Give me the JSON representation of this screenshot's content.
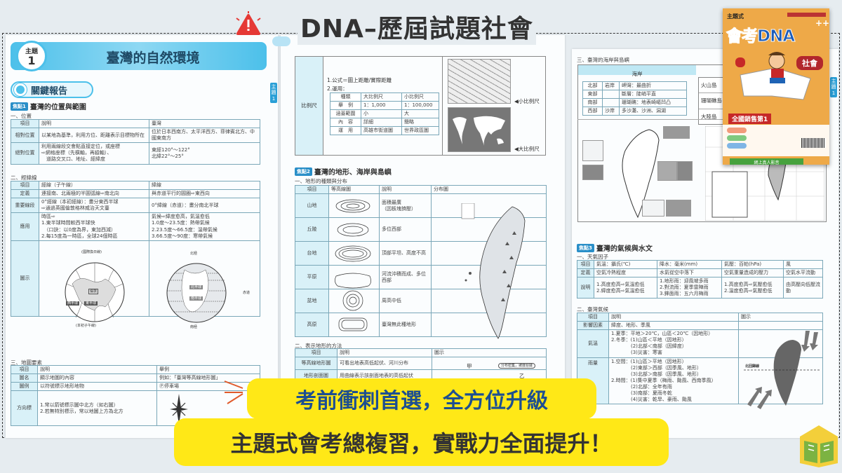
{
  "title": "DNA–歷屆試題社會",
  "banner": {
    "line1": "考前衝刺首選，全方位升級",
    "line2": "主題式會考總複習，實戰力全面提升！"
  },
  "cover": {
    "series": "主題式",
    "brand": "會考DNA",
    "plus": "++",
    "subject": "社會",
    "ribbon": "全國銷售第1",
    "bottom_bar": "網上真人影音"
  },
  "left_page": {
    "theme_label": "主題",
    "theme_number": "1",
    "title": "臺灣的自然環境",
    "section_pill": "關鍵報告",
    "side_tab": "主題1",
    "focus1_tag": "焦點1",
    "focus1_title": "臺灣的位置與範圍",
    "sec1": "一、位置",
    "table_position": [
      [
        "項目",
        "說明",
        "臺灣"
      ],
      [
        "相對位置",
        "以某地為基準，利用方位、距離表示目標物所在",
        "位於日本西南方、太平洋西方、菲律賓北方、中國東南方"
      ],
      [
        "絕對位置",
        "利用兩線段交會點直接定位，或座標\n⇨網格座標（先橫軸，再縱軸）、\n　道路交叉口、地址、經緯度",
        "東經120°～122°\n北緯22°～25°"
      ]
    ],
    "sec2": "二、經緯線",
    "table_lines": [
      [
        "項目",
        "經線（子午線）",
        "緯線"
      ],
      [
        "定義",
        "連接南、北兩極的半圓弧線⇨南北向",
        "與赤道平行的圓圈⇨東西向"
      ],
      [
        "重要線段",
        "0°經線（本初經線）：畫分東西半球\n⇨通過英國倫敦格林威治天文臺",
        "0°緯線（赤道）：畫分南北半球"
      ],
      [
        "應用",
        "時區⇨\n1.東半球時間較西半球快\n　（口訣：以0度為界，東加西減）\n2.每15度為一時區，全球24個時區",
        "氣候⇨緯度愈高，氣溫愈低\n1.0度～23.5度：熱帶氣候\n2.23.5度～66.5度：溫帶氣候\n3.66.5度～90度：寒帶氣候"
      ],
      [
        "圖示",
        "",
        ""
      ]
    ],
    "globe1_labels": {
      "top": "(國際換日線)",
      "bottom": "(本初子午線)",
      "west": "西半球",
      "east": "東半球",
      "center": "倫敦"
    },
    "globe2_labels": {
      "north": "北極",
      "south": "南極",
      "n_hemi": "北半球",
      "s_hemi": "南半球",
      "equator": "赤道"
    },
    "sec3": "三、地圖要素",
    "table_map": [
      [
        "項目",
        "說明",
        "舉例"
      ],
      [
        "圖名",
        "顯示地圖的內容",
        "例如：「臺灣等高線地形圖」"
      ],
      [
        "圖例",
        "以符號標示地形地物",
        "Ⓟ停車場"
      ],
      [
        "方向標",
        "1.常以箭號標示圖中北方（如右圖）\n2.若無特別標示，常以地圖上方為北方",
        ""
      ]
    ]
  },
  "middle_page": {
    "scale_label": "比例尺",
    "scale_formula": "1.公式＝圖上距離/實際距離",
    "scale_use": "2.運用：",
    "table_scale": [
      [
        "種類",
        "大比例尺",
        "小比例尺"
      ],
      [
        "舉　例",
        "1：1,000",
        "1：100,000"
      ],
      [
        "涵蓋範圍",
        "小",
        "大"
      ],
      [
        "內　容",
        "詳細",
        "簡略"
      ],
      [
        "運　用",
        "高雄市街道圖",
        "世界政區圖"
      ]
    ],
    "img1_caption": "◀小比例尺",
    "img2_caption": "◀大比例尺",
    "focus2_tag": "焦點2",
    "focus2_title": "臺灣的地形、海岸與島嶼",
    "sec1": "一、地形的種類與分布",
    "table_landform": [
      [
        "項目",
        "等高線圖",
        "說明",
        "分布圖"
      ],
      [
        "山地",
        "",
        "面積最廣\n（因板塊擠壓）",
        ""
      ],
      [
        "丘陵",
        "",
        "多位西部",
        ""
      ],
      [
        "台地",
        "",
        "頂部平坦、高度不高",
        ""
      ],
      [
        "平原",
        "",
        "河流沖積而成、多位西部",
        ""
      ],
      [
        "盆地",
        "",
        "周高中低",
        ""
      ],
      [
        "高原",
        "",
        "臺灣無此種地形",
        ""
      ]
    ],
    "sec2": "二、表示地形的方法",
    "table_methods": [
      [
        "項目",
        "說明",
        "圖示"
      ],
      [
        "等高線地形圖",
        "可看出地表高低起伏、河川分布",
        ""
      ],
      [
        "地形剖面圖",
        "用曲線表示該剖面地表的高低起伏",
        ""
      ]
    ],
    "diagram_labels": {
      "a": "甲",
      "b": "乙",
      "note": "分布密集，坡度愈陡"
    }
  },
  "right_page": {
    "side_tab": "主題1",
    "sec3": "三、臺灣的海岸與島嶼",
    "coast_header": "海岸",
    "table_coast": [
      [
        "北部",
        "岩岸",
        "岬灣：最曲折"
      ],
      [
        "東部",
        "",
        "斷層：陡峭平直"
      ],
      [
        "南部",
        "",
        "珊瑚礁：地表崎嶇凹凸"
      ],
      [
        "西部",
        "沙岸",
        "多沙灘、沙洲、潟湖"
      ]
    ],
    "islands": [
      "火山島",
      "珊瑚礁島",
      "大陸島"
    ],
    "focus3_tag": "焦點3",
    "focus3_title": "臺灣的氣候與水文",
    "sec_weather": "一、天氣因子",
    "table_weather": [
      [
        "項目",
        "氣溫：攝氏(℃)",
        "降水：毫米(mm)",
        "氣壓：百帕(hPa)",
        "風"
      ],
      [
        "定義",
        "空氣冷熱程度",
        "水氣從空中落下",
        "空氣重量造成的壓力",
        "空氣水平流動"
      ],
      [
        "說明",
        "1.高度愈高⇨氣溫愈低\n2.緯度愈高⇨氣溫愈低",
        "1.地形雨：迎風坡多雨\n2.對流雨：夏季雷陣雨\n3.鋒面雨：五六月梅雨",
        "1.高度愈高⇨氣壓愈低\n2.溫度愈高⇨氣壓愈低",
        "由高壓向低壓流動"
      ]
    ],
    "sec_climate": "二、臺灣氣候",
    "table_climate": [
      [
        "項目",
        "說明",
        "圖示"
      ],
      [
        "影響因素",
        "緯度、地形、季風",
        ""
      ],
      [
        "氣溫",
        "1.夏季：平地＞20℃，山區＜20℃（因地形）\n2.冬季：(1)山區＜平地（因地形）\n　　　　(2)北部＜南部（因緯度）\n　　　　(3)災害：寒害",
        ""
      ],
      [
        "雨量",
        "1.空間：(1)山區＞平地（因地形）\n　　　　(2)東部＞西部（因季風、地形）\n　　　　(3)北部＞南部（因季風、地形）\n2.時間：(1)集中夏季（梅雨、颱風、西南季風）\n　　　　(2)北部：全年有雨\n　　　　(3)南部：夏雨冬乾\n　　　　(4)災害：乾旱、豪雨、颱風",
        ""
      ]
    ],
    "climate_map_label": "北回歸線"
  },
  "colors": {
    "accent_blue": "#2a9fd6",
    "banner_yellow": "#ffe817",
    "banner_text_blue": "#1d4f91",
    "alert_red": "#e53935"
  }
}
